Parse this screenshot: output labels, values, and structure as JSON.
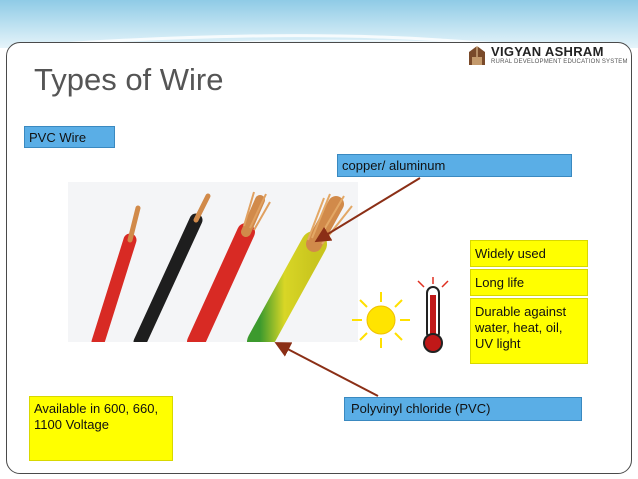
{
  "slide": {
    "title": "Types of Wire",
    "logo": {
      "name": "VIGYAN ASHRAM",
      "tagline": "RURAL DEVELOPMENT EDUCATION SYSTEM"
    }
  },
  "labels": {
    "pvc_wire": "PVC Wire",
    "conductor": "copper/  aluminum",
    "widely_used": "Widely used",
    "long_life": "Long life",
    "durable": "Durable against water, heat, oil, UV light",
    "voltage": "Available in 600, 660, 1100 Voltage",
    "insulation": "Polyvinyl chloride (PVC)"
  },
  "colors": {
    "blue_label": "#5aaee6",
    "yellow_label": "#ffff00",
    "wire_red": "#d82a24",
    "wire_black": "#1e1e1e",
    "wire_yellow": "#d8d626",
    "wire_green": "#3c9a2e",
    "copper": "#d18a4a",
    "arrow": "#8b2f16"
  },
  "icons": [
    "sun-icon",
    "thermometer-icon"
  ]
}
